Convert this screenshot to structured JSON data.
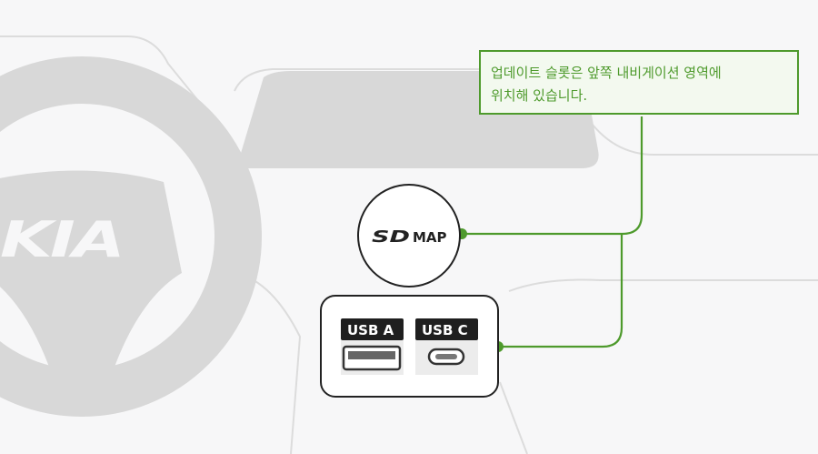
{
  "callout": {
    "line1": "업데이트 슬롯은 앞쪽 내비게이션 영역에",
    "line2": "위치해 있습니다."
  },
  "sd_slot": {
    "logo": "SD",
    "label": "MAP"
  },
  "usb_ports": [
    {
      "label": "USB A"
    },
    {
      "label": "USB C"
    }
  ],
  "steering_wheel": {
    "brand": "KIA"
  },
  "colors": {
    "accent_green": "#4e9a2c",
    "callout_bg": "#f3f9ef",
    "silhouette_gray": "#d8d8d8",
    "outline": "#dcdcdc",
    "port_dark": "#1f1f1f"
  }
}
